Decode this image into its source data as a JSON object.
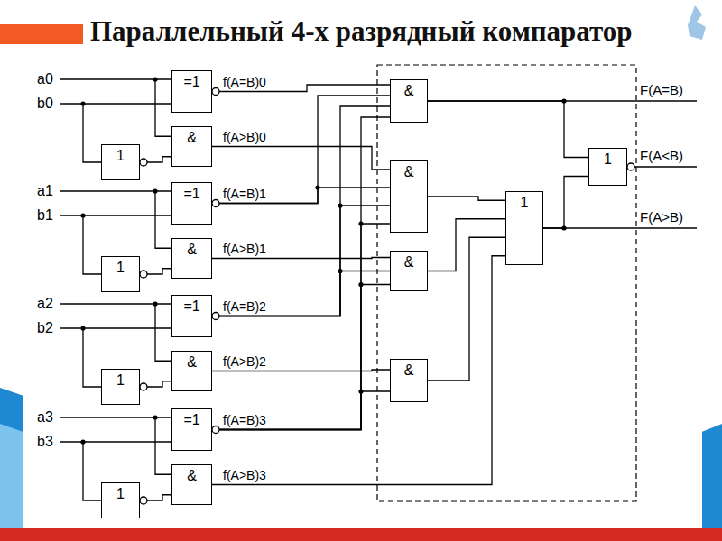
{
  "diagram": {
    "title": "Параллельный 4-х разрядный компаратор",
    "nodes": [
      {
        "text": [
          "=1"
        ]
      },
      {
        "text": [
          "&"
        ]
      },
      {
        "text": [
          "1"
        ]
      },
      {
        "text": [
          "=1"
        ]
      },
      {
        "text": [
          "&"
        ]
      },
      {
        "text": [
          "1"
        ]
      },
      {
        "text": [
          "=1"
        ]
      },
      {
        "text": [
          "&"
        ]
      },
      {
        "text": [
          "1"
        ]
      },
      {
        "text": [
          "=1"
        ]
      },
      {
        "text": [
          "&"
        ]
      },
      {
        "text": [
          "1"
        ]
      },
      {
        "text": [
          "&"
        ]
      },
      {
        "text": [
          "&"
        ]
      },
      {
        "text": [
          "&"
        ]
      },
      {
        "text": [
          "&"
        ]
      },
      {
        "text": [
          "1"
        ]
      },
      {
        "text": [
          "1"
        ]
      }
    ],
    "edges": [
      {
        "from": 2,
        "to": 1,
        "arrow": "none"
      },
      {
        "from": 5,
        "to": 4,
        "arrow": "none"
      },
      {
        "from": 8,
        "to": 7,
        "arrow": "none"
      },
      {
        "from": 11,
        "to": 10,
        "arrow": "none"
      },
      {
        "from": 0,
        "to": 12,
        "arrow": "none"
      },
      {
        "from": 3,
        "to": 12,
        "arrow": "none"
      },
      {
        "from": 6,
        "to": 12,
        "arrow": "none"
      },
      {
        "from": 9,
        "to": 12,
        "arrow": "none"
      },
      {
        "from": 1,
        "to": 13,
        "arrow": "none"
      },
      {
        "from": 3,
        "to": 13,
        "arrow": "none"
      },
      {
        "from": 6,
        "to": 13,
        "arrow": "none"
      },
      {
        "from": 9,
        "to": 13,
        "arrow": "none"
      },
      {
        "from": 4,
        "to": 14,
        "arrow": "none"
      },
      {
        "from": 6,
        "to": 14,
        "arrow": "none"
      },
      {
        "from": 9,
        "to": 14,
        "arrow": "none"
      },
      {
        "from": 7,
        "to": 15,
        "arrow": "none"
      },
      {
        "from": 9,
        "to": 15,
        "arrow": "none"
      },
      {
        "from": 13,
        "to": 16,
        "arrow": "none"
      },
      {
        "from": 14,
        "to": 16,
        "arrow": "none"
      },
      {
        "from": 15,
        "to": 16,
        "arrow": "none"
      },
      {
        "from": 10,
        "to": 16,
        "arrow": "none"
      },
      {
        "from": 12,
        "to": 17,
        "arrow": "none"
      },
      {
        "from": 16,
        "to": 17,
        "arrow": "none"
      }
    ],
    "labels": [
      "a0",
      "b0",
      "f(A=B)0",
      "f(A>B)0",
      "a1",
      "b1",
      "f(A=B)1",
      "f(A>B)1",
      "a2",
      "b2",
      "f(A=B)2",
      "f(A>B)2",
      "a3",
      "b3",
      "f(A=B)3",
      "f(A>B)3",
      "F(A=B)",
      "F(A<B)",
      "F(A>B)"
    ]
  }
}
